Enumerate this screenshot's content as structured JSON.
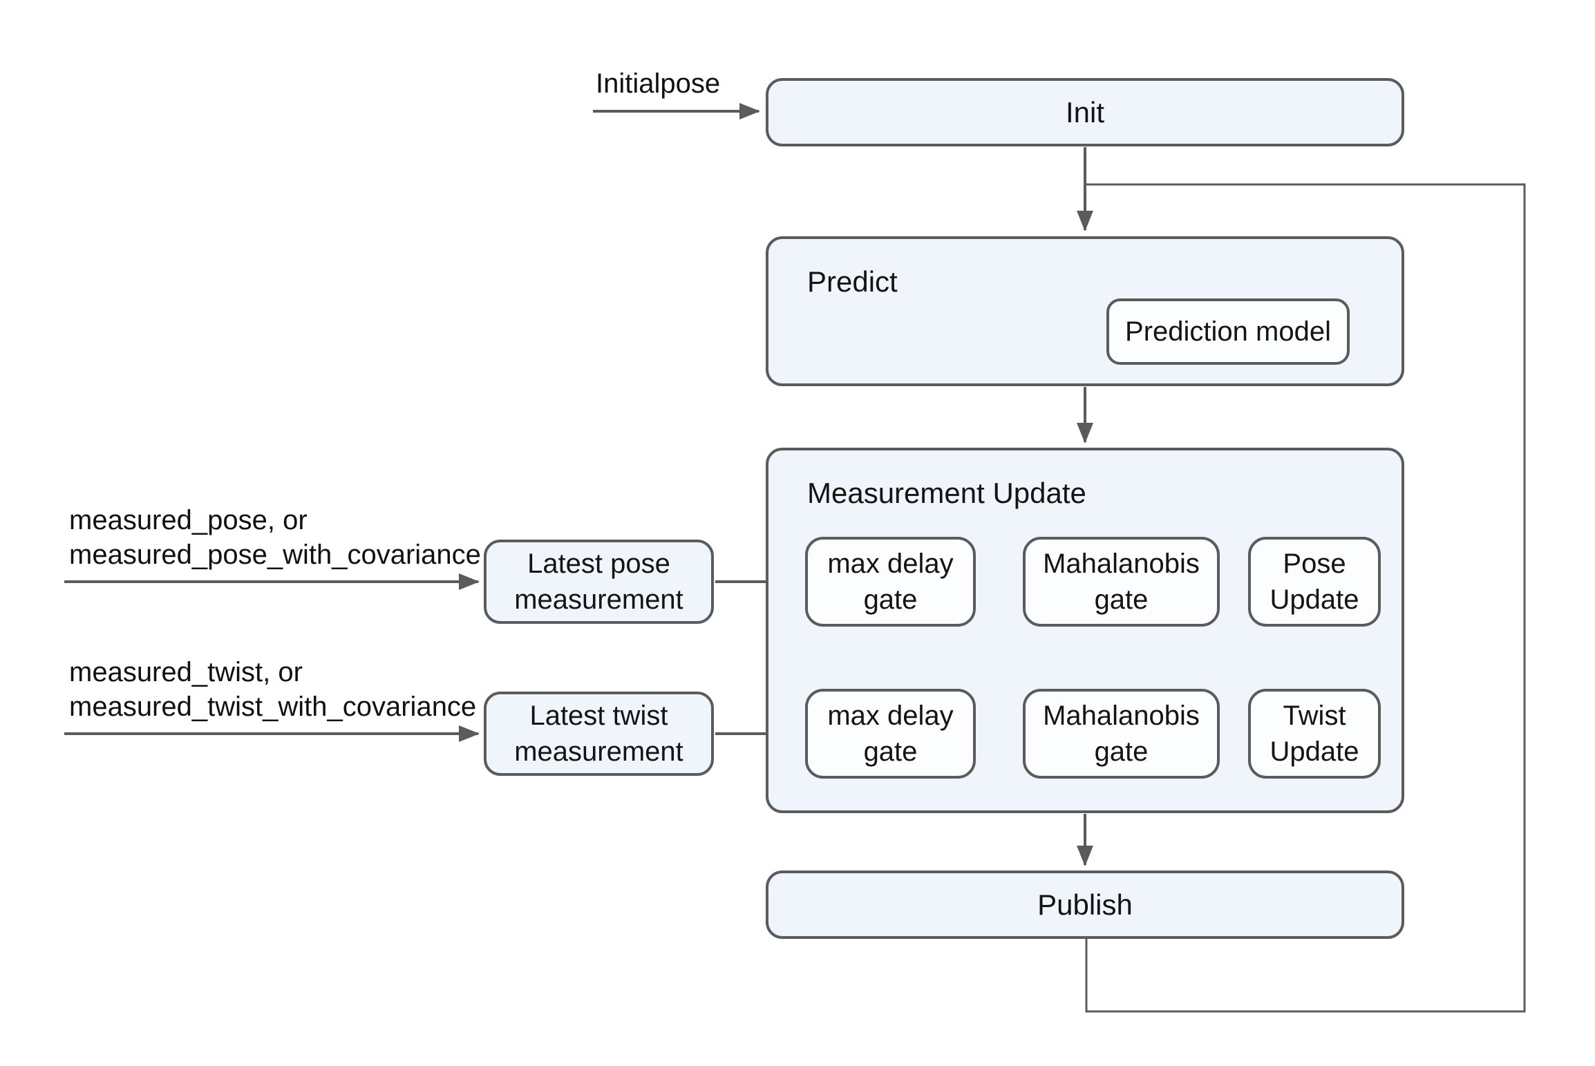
{
  "colors": {
    "background": "#FFFFFF",
    "container_fill": "#EFF5FB",
    "inner_fill": "#FCFDFE",
    "border": "#595B5D",
    "connector": "#5B5B5B",
    "text": "#141414"
  },
  "inputs": {
    "initialpose": "Initialpose",
    "pose": {
      "line1": "measured_pose, or",
      "line2": "measured_pose_with_covariance"
    },
    "twist": {
      "line1": "measured_twist, or",
      "line2": "measured_twist_with_covariance"
    }
  },
  "nodes": {
    "init": {
      "label": "Init"
    },
    "predict": {
      "label": "Predict"
    },
    "prediction_model": {
      "label": "Prediction model"
    },
    "measurement_update": {
      "label": "Measurement Update"
    },
    "latest_pose": {
      "label": "Latest pose measurement"
    },
    "latest_twist": {
      "label": "Latest twist measurement"
    },
    "pose_row": {
      "max_delay": "max delay gate",
      "mahalanobis": "Mahalanobis gate",
      "update": "Pose Update"
    },
    "twist_row": {
      "max_delay": "max delay gate",
      "mahalanobis": "Mahalanobis gate",
      "update": "Twist Update"
    },
    "publish": {
      "label": "Publish"
    }
  }
}
